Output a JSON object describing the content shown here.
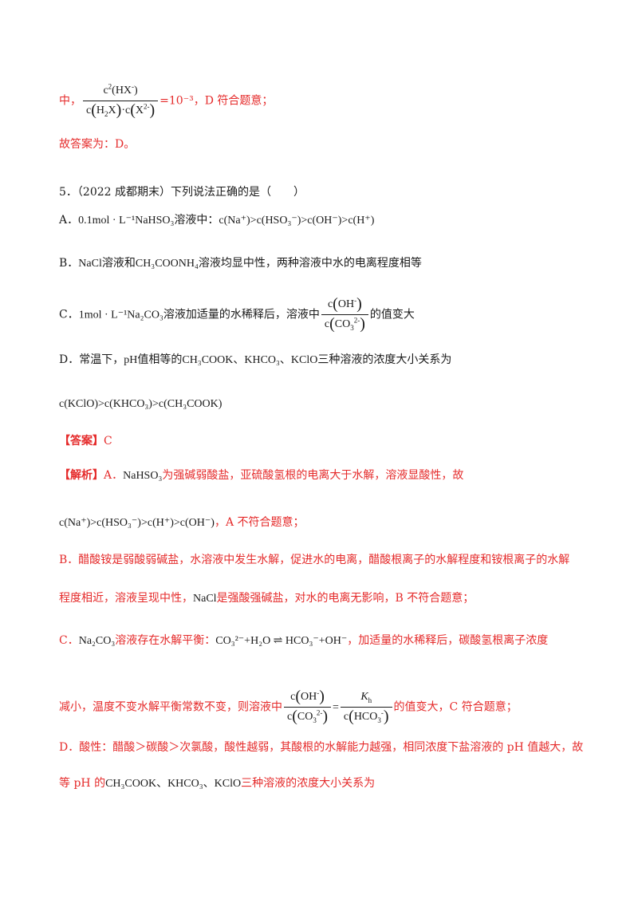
{
  "intro": {
    "prefix": "中，",
    "suffix": "=10⁻³，D 符合题意；"
  },
  "conclusion": "故答案为：D。",
  "question": {
    "number": "5．",
    "source": "（2022 成都期末）",
    "stem": "下列说法正确的是（　　）",
    "options": {
      "A": {
        "label": "A．",
        "formula": "0.1mol · L⁻¹NaHSO₃",
        "text": "溶液中：",
        "expr": "c(Na⁺)>c(HSO₃⁻)>c(OH⁻)>c(H⁺)"
      },
      "B": {
        "label": "B．",
        "formula1": "NaCl",
        "text1": "溶液和",
        "formula2": "CH₃COONH₄",
        "text2": "溶液均显中性，两种溶液中水的电离程度相等"
      },
      "C": {
        "label": "C．",
        "formula": "1mol · L⁻¹Na₂CO₃",
        "text1": "溶液加适量的水稀释后，溶液中",
        "text2": "的值变大"
      },
      "D": {
        "label": "D．常温下，",
        "ph": "pH",
        "text1": "值相等的",
        "formula": "CH₃COOK、KHCO₃、KClO",
        "text2": "三种溶液的浓度大小关系为",
        "expr": "c(KClO)>c(KHCO₃)>c(CH₃COOK)"
      }
    }
  },
  "answer": {
    "label": "【答案】",
    "value": "C"
  },
  "analysis": {
    "label": "【解析】",
    "A_label": "A．",
    "A_formula": "NaHSO₃",
    "A_text": "为强碱弱酸盐，亚硫酸氢根的电离大于水解，溶液显酸性，故",
    "A_expr": "c(Na⁺)>c(HSO₃⁻)>c(H⁺)>c(OH⁻)",
    "A_end": "，A 不符合题意；",
    "B_line1": "B．醋酸铵是弱酸弱碱盐，水溶液中发生水解，促进水的电离，醋酸根离子的水解程度和铵根离子的水解",
    "B_line2a": "程度相近，溶液呈现中性，",
    "B_formula": "NaCl",
    "B_line2b": "是强酸强碱盐，对水的电离无影响，B 不符合题意；",
    "C_label": "C．",
    "C_formula": "Na₂CO₃",
    "C_text1": "溶液存在水解平衡：",
    "C_eq": "CO₃²⁻+H₂O ⇌ HCO₃⁻+OH⁻",
    "C_text2": "，加适量的水稀释后，碳酸氢根离子浓度",
    "C_line2a": "减小，温度不变水解平衡常数不变，则溶液中",
    "C_line2b": "的值变大，C 符合题意；",
    "D_line1": "D．酸性：醋酸＞碳酸＞次氯酸，酸性越弱，其酸根的水解能力越强，相同浓度下盐溶液的 pH 值越大，故",
    "D_line2a": "等 pH 的",
    "D_formula": "CH₃COOK、KHCO₃、KClO",
    "D_line2b": "三种溶液的浓度大小关系为"
  }
}
